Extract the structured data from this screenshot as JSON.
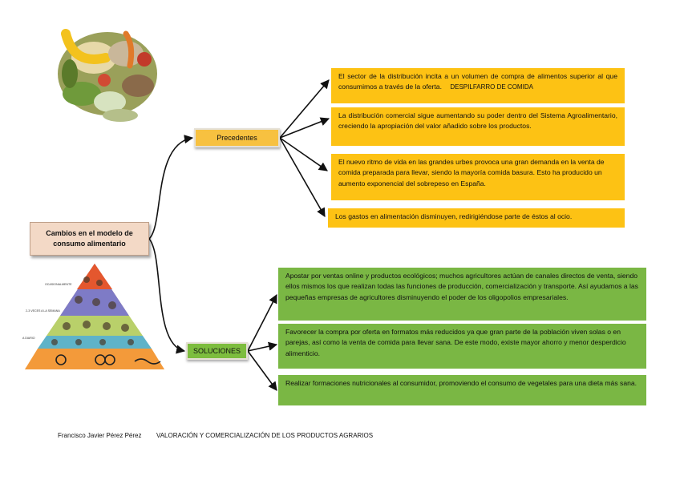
{
  "central": {
    "label": "Cambios en el modelo de consumo alimentario"
  },
  "branches": {
    "precedentes": {
      "label": "Precedentes",
      "items": [
        {
          "text": "El sector de la distribución incita a un volumen de compra de alimentos superior al que consumimos a través de la oferta.",
          "tag": "DESPILFARRO DE COMIDA"
        },
        {
          "text": "La distribución comercial sigue aumentando su poder dentro del Sistema Agroalimentario, creciendo la apropiación del valor añadido sobre los productos."
        },
        {
          "text": "El nuevo ritmo de vida en las grandes urbes provoca una gran demanda en la venta de comida preparada para llevar, siendo la mayoría comida basura. Esto ha producido un aumento exponencial del sobrepeso en España."
        },
        {
          "text": "Los gastos en alimentación disminuyen, redirigiéndose parte de éstos al ocio."
        }
      ]
    },
    "soluciones": {
      "label": "SOLUCIONES",
      "items": [
        {
          "text": "Apostar por ventas online y productos ecológicos; muchos agricultores actúan de canales directos de venta, siendo ellos mismos los que realizan todas las funciones de producción, comercialización y transporte. Así ayudamos a las pequeñas empresas de agricultores disminuyendo el poder de los oligopolios empresariales."
        },
        {
          "text": "Favorecer la compra por oferta en formatos más reducidos ya que gran parte de la población viven solas o en parejas, así como la venta de comida para llevar sana. De este modo, existe mayor ahorro y menor desperdicio alimenticio."
        },
        {
          "text": "Realizar formaciones nutricionales al consumidor, promoviendo el consumo de vegetales para una dieta más sana."
        }
      ]
    }
  },
  "footer": {
    "author": "Francisco Javier Pérez Pérez",
    "course": "VALORACIÓN Y COMERCIALIZACIÓN DE LOS PRODUCTOS AGRARIOS"
  },
  "pyramid": {
    "labels": [
      "OCASIONALMENTE",
      "2-3 VECES A LA SEMANA",
      "A DIARIO"
    ]
  },
  "colors": {
    "yellow": "#fdc214",
    "green": "#7ab744",
    "central": "#f3d9c6",
    "precedentes": "#f7c140",
    "soluciones": "#7dbd3e"
  }
}
